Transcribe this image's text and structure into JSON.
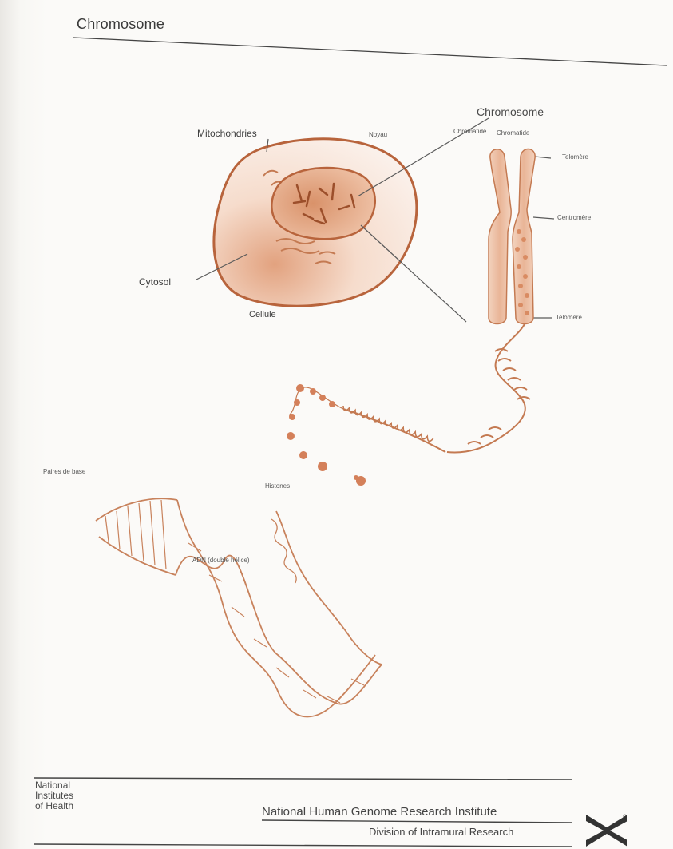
{
  "header": {
    "title": "Chromosome"
  },
  "labels": {
    "mitochondries": "Mitochondries",
    "noyau": "Noyau",
    "chromosome": "Chromosome",
    "chromatide_left": "Chromatide",
    "chromatide_right": "Chromatide",
    "telomere_top": "Telomère",
    "centromere": "Centromère",
    "telomere_bottom": "Telomère",
    "cytosol": "Cytosol",
    "cellule": "Cellule",
    "paires_de_base": "Paires de base",
    "histones": "Histones",
    "adn": "ADN (double hélice)"
  },
  "footer": {
    "nih_line1": "National",
    "nih_line2": "Institutes",
    "nih_line3": "of Health",
    "org": "National Human Genome Research Institute",
    "division": "Division of Intramural Research"
  },
  "colors": {
    "accent": "#d9926a",
    "stroke": "#b8643c",
    "line": "#555555"
  }
}
